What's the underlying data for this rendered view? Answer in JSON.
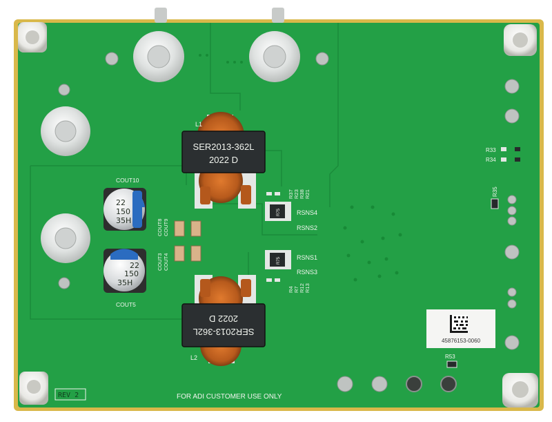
{
  "board": {
    "colors": {
      "soldermask": "#23a046",
      "copper": "#2aae50",
      "pad": "#d9dcdb",
      "edge": "#d9b84a",
      "silkscreen": "#f2f5ef"
    },
    "labels": {
      "l1": "L1",
      "l2": "L2",
      "cout10": "COUT10",
      "cout5": "COUT5",
      "cout8": "COUT8",
      "cout9": "COUT9",
      "cout3": "COUT3",
      "cout4": "COUT4",
      "rsns4": "RSNS4",
      "rsns2": "RSNS2",
      "rsns1": "RSNS1",
      "rsns3": "RSNS3",
      "r37": "R37",
      "r23": "R23",
      "r38": "R38",
      "r21": "R21",
      "r4": "R4",
      "r7": "R7",
      "r12": "R12",
      "r13": "R13",
      "r33": "R33",
      "r34": "R34",
      "r35": "R35",
      "r53": "R53",
      "rev": "REV 2",
      "footer": "FOR ADI CUSTOMER USE ONLY",
      "serial": "45876153-0060"
    },
    "inductors": {
      "top": {
        "line1": "SER2013-362L",
        "line2": "2022  D"
      },
      "bottom": {
        "line1": "SER2013-362L",
        "line2": "2022  D"
      }
    },
    "capacitors": {
      "top": {
        "line1": "22",
        "line2": "150",
        "line3": "35H"
      },
      "bottom": {
        "line1": "22",
        "line2": "150",
        "line3": "35H"
      }
    },
    "resistors": {
      "upper": "R75",
      "lower": "R75"
    }
  }
}
